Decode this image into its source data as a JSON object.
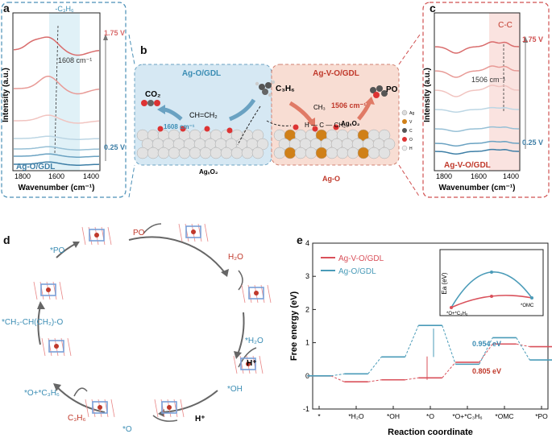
{
  "panel_letters": {
    "a": "a",
    "b": "b",
    "c": "c",
    "d": "d",
    "e": "e"
  },
  "panel_a": {
    "ylabel": "Intensity (a.u.)",
    "xlabel": "Wavenumber (cm⁻¹)",
    "xticks": [
      "1800",
      "1600",
      "1400"
    ],
    "band_label": "-C₃H₆",
    "peak_label": "1608 cm⁻¹",
    "top_v": "1.75 V",
    "bottom_v": "0.25 V",
    "catalyst": "Ag-O/GDL",
    "colors": [
      "#3d7ea6",
      "#6aa2c2",
      "#97c0d6",
      "#bcd6e4",
      "#f1c4c0",
      "#e89a96",
      "#d96c6c"
    ]
  },
  "panel_c": {
    "ylabel": "Intensity (a.u.)",
    "xlabel": "Wavenumber (cm⁻¹)",
    "xticks": [
      "1800",
      "1600",
      "1400"
    ],
    "band_label": "C-C",
    "peak_label": "1506 cm⁻¹",
    "top_v": "1.75 V",
    "bottom_v": "0.25 V",
    "catalyst": "Ag-V-O/GDL"
  },
  "panel_b": {
    "left_title": "Ag-O/GDL",
    "right_title": "Ag-V-O/GDL",
    "reactant": "C₃H₆",
    "co2": "CO₂",
    "po": "PO",
    "left_wavenumber": "1608 cm⁻¹",
    "right_wavenumber": "1506 cm⁻¹",
    "left_surface": "AgₓO₂",
    "right_surface": "AgₓO₂",
    "ago_label": "Ag-O",
    "ch2_double": "CH=CH₂",
    "ch3": "CH₃",
    "h_c_ch2": "H — C — CH₂",
    "legend": [
      "Ag",
      "V",
      "C",
      "O",
      "H"
    ]
  },
  "panel_d": {
    "labels": {
      "po_out": "PO",
      "h2o": "H₂O",
      "star_h2o": "*H₂O",
      "h_plus_1": "H⁺",
      "star_oh": "*OH",
      "h_plus_2": "H⁺",
      "star_o": "*O",
      "c3h6": "C₃H₆",
      "o_c3h6": "*O+*C₃H₆",
      "omc": "*CH₃-CH(CH₂)-O",
      "star_po": "*PO"
    }
  },
  "panel_e": {
    "chart_data": {
      "type": "line",
      "ylabel": "Free energy (eV)",
      "xlabel": "Reaction coordinate",
      "categories": [
        "*",
        "*H₂O",
        "*OH",
        "*O",
        "*O+*C₃H₆",
        "*OMC",
        "*PO"
      ],
      "ylim": [
        -1,
        4
      ],
      "yticks": [
        "-1",
        "0",
        "1",
        "2",
        "3",
        "4"
      ],
      "series": [
        {
          "name": "Ag-V-O/GDL",
          "color": "#d9505a",
          "values": [
            0,
            -0.18,
            -0.12,
            -0.06,
            0.41,
            0.96,
            0.88
          ]
        },
        {
          "name": "Ag-O/GDL",
          "color": "#4a9bb8",
          "values": [
            0,
            0.06,
            0.57,
            1.52,
            0.35,
            1.15,
            0.48
          ]
        }
      ],
      "annotations": [
        "0.954 eV",
        "0.805 eV"
      ],
      "inset": {
        "ylabel": "Ea (eV)",
        "start_label": "*O+*C₃H₆",
        "end_label": "*OMC"
      }
    }
  }
}
